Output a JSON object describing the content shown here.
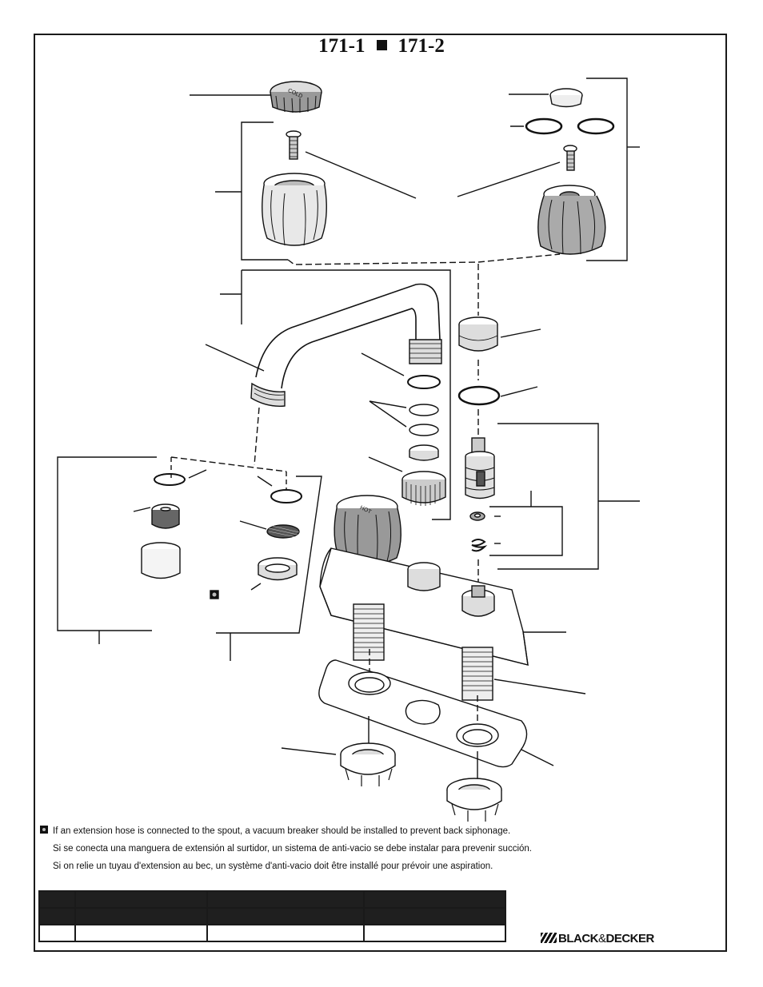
{
  "title": {
    "model_a": "171-1",
    "model_b": "171-2"
  },
  "knob_labels": {
    "cold": "COLD",
    "hot": "HOT"
  },
  "notes": [
    "If an extension hose is connected to the spout, a vacuum breaker should be installed to prevent back siphonage.",
    "Si se conecta una manguera de extensión al surtidor, un sistema de anti-vacio se debe instalar para prevenir succión.",
    "Si on relie un tuyau d'extension au bec, un système d'anti-vacio doit être installé pour prévoir une aspiration."
  ],
  "parts_table": {
    "header": [
      "",
      "",
      "",
      ""
    ],
    "subheader": [
      "",
      "",
      "",
      ""
    ],
    "rows": [
      [
        "",
        "",
        "",
        ""
      ]
    ]
  },
  "brand": {
    "left": "BLACK",
    "amp": "&",
    "right": "DECKER"
  },
  "colors": {
    "ink": "#111111",
    "table_header": "#1f1f1f"
  }
}
